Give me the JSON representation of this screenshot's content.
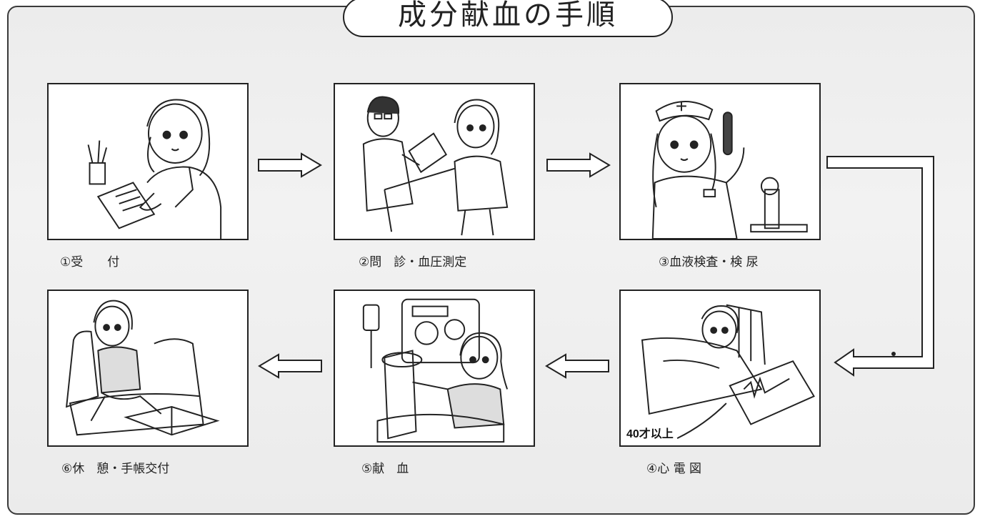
{
  "title": "成分献血の手順",
  "steps": [
    {
      "caption": "①受　　付",
      "illustration": "reception-illustration"
    },
    {
      "caption": "②問　診・血圧測定",
      "illustration": "interview-illustration"
    },
    {
      "caption": "③血液検査・検 尿",
      "illustration": "blood-test-illustration"
    },
    {
      "caption": "④心 電 図",
      "illustration": "ecg-illustration",
      "note": "40才以上"
    },
    {
      "caption": "⑤献　血",
      "illustration": "donation-illustration"
    },
    {
      "caption": "⑥休　憩・手帳交付",
      "illustration": "rest-illustration"
    }
  ],
  "colors": {
    "line": "#222222",
    "background": "#ededed",
    "panel": "#ffffff"
  }
}
